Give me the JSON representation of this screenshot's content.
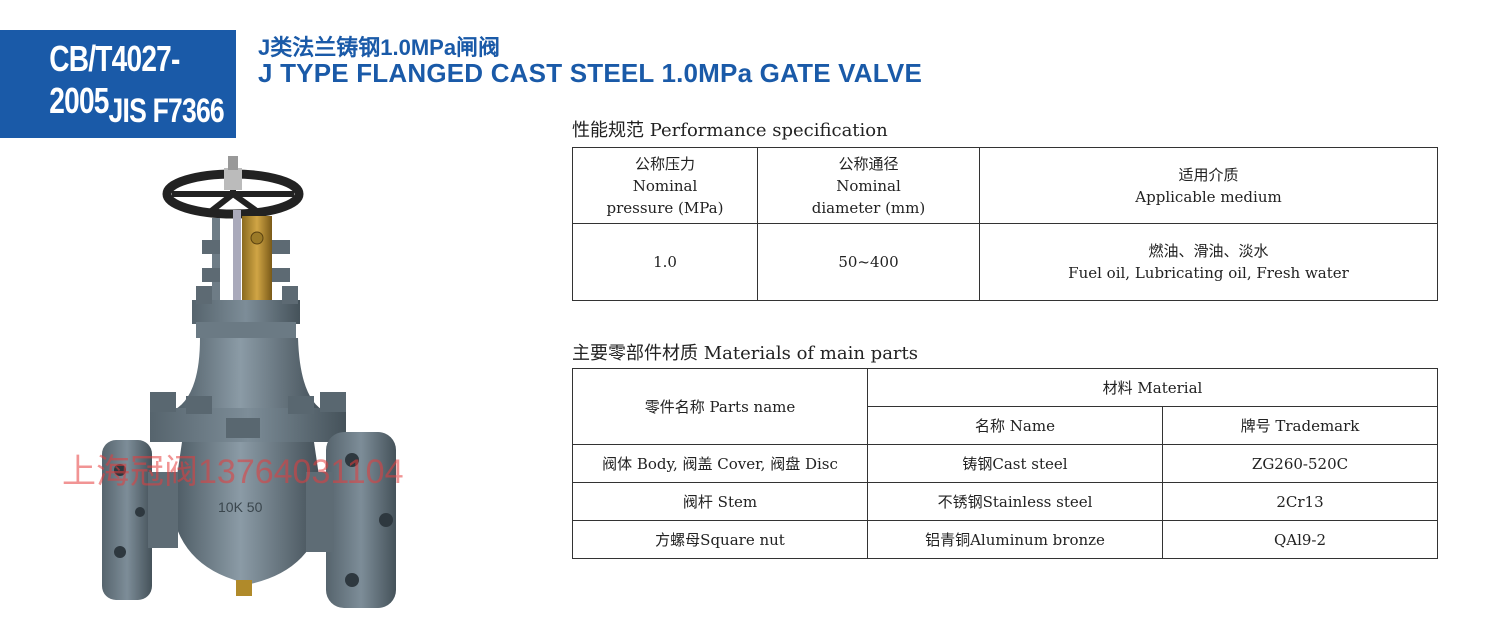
{
  "header": {
    "standard_1": "CB/T4027-2005",
    "standard_2": "JIS F7366",
    "title_cn": "J类法兰铸钢1.0MPa闸阀",
    "title_en": "J TYPE FLANGED CAST STEEL 1.0MPa GATE VALVE"
  },
  "performance": {
    "section_title": "性能规范 Performance specification",
    "headers": [
      [
        "公称压力",
        "Nominal",
        "pressure (MPa)"
      ],
      [
        "公称通径",
        "Nominal",
        "diameter (mm)"
      ],
      [
        "适用介质",
        "Applicable medium"
      ]
    ],
    "row": {
      "pressure": "1.0",
      "diameter": "50~400",
      "medium_cn": "燃油、滑油、淡水",
      "medium_en": "Fuel oil, Lubricating oil, Fresh water"
    }
  },
  "materials": {
    "section_title": "主要零部件材质 Materials of main parts",
    "parts_header": "零件名称 Parts name",
    "material_header": "材料  Material",
    "name_header": "名称 Name",
    "trademark_header": "牌号 Trademark",
    "rows": [
      {
        "part": "阀体 Body, 阀盖 Cover, 阀盘 Disc",
        "name": "铸钢Cast steel",
        "trademark": "ZG260-520C"
      },
      {
        "part": "阀杆 Stem",
        "name": "不锈钢Stainless steel",
        "trademark": "2Cr13"
      },
      {
        "part": "方螺母Square nut",
        "name": "铝青铜Aluminum bronze",
        "trademark": "QAl9-2"
      }
    ]
  },
  "watermark": "上海冠阀13764031104",
  "colors": {
    "brand_blue": "#1a5aa8",
    "watermark_red": "#e63c3c",
    "valve_body": "#6b7b86"
  }
}
